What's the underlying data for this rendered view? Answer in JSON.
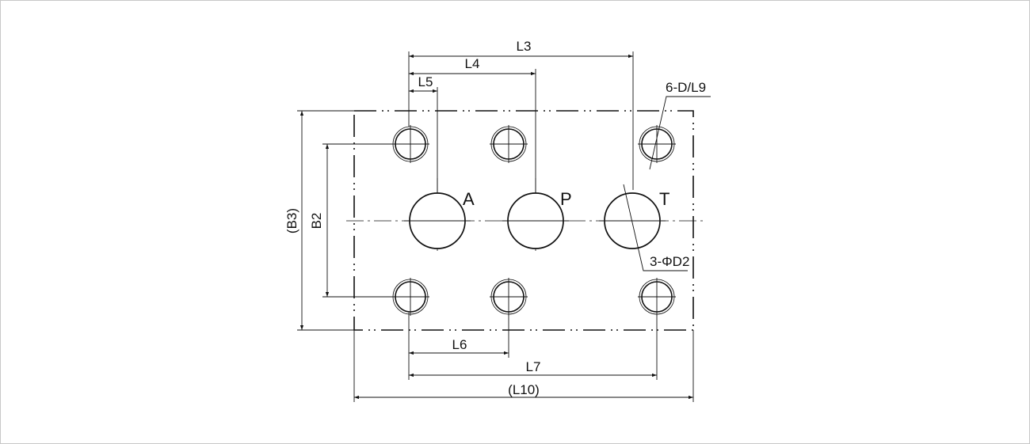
{
  "labels": {
    "l3": "L3",
    "l4": "L4",
    "l5": "L5",
    "l6": "L6",
    "l7": "L7",
    "l10": "(L10)",
    "b2": "B2",
    "b3": "(B3)",
    "bolt_holes": "6-D/L9",
    "port_holes": "3-ΦD2"
  },
  "ports": [
    "A",
    "P",
    "T"
  ]
}
